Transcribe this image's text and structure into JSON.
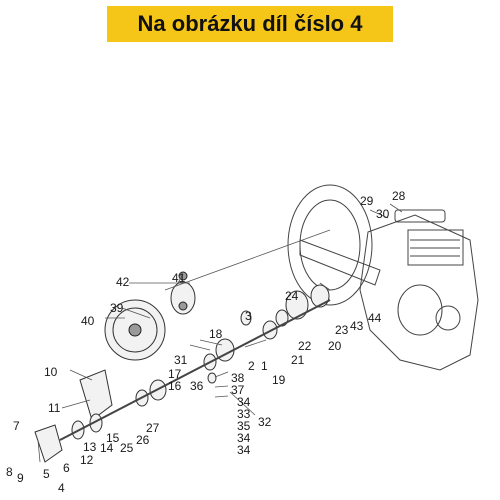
{
  "banner": {
    "text": "Na obrázku díl číslo 4",
    "background": "#f5c518"
  },
  "callouts": [
    "1",
    "2",
    "3",
    "4",
    "5",
    "6",
    "7",
    "8",
    "9",
    "10",
    "11",
    "12",
    "13",
    "14",
    "15",
    "16",
    "17",
    "18",
    "19",
    "20",
    "21",
    "22",
    "23",
    "24",
    "25",
    "26",
    "27",
    "28",
    "29",
    "30",
    "31",
    "32",
    "33",
    "34",
    "35",
    "36",
    "37",
    "38",
    "39",
    "40",
    "41",
    "42",
    "43",
    "44"
  ],
  "callouts_extra": [
    "34",
    "34"
  ]
}
